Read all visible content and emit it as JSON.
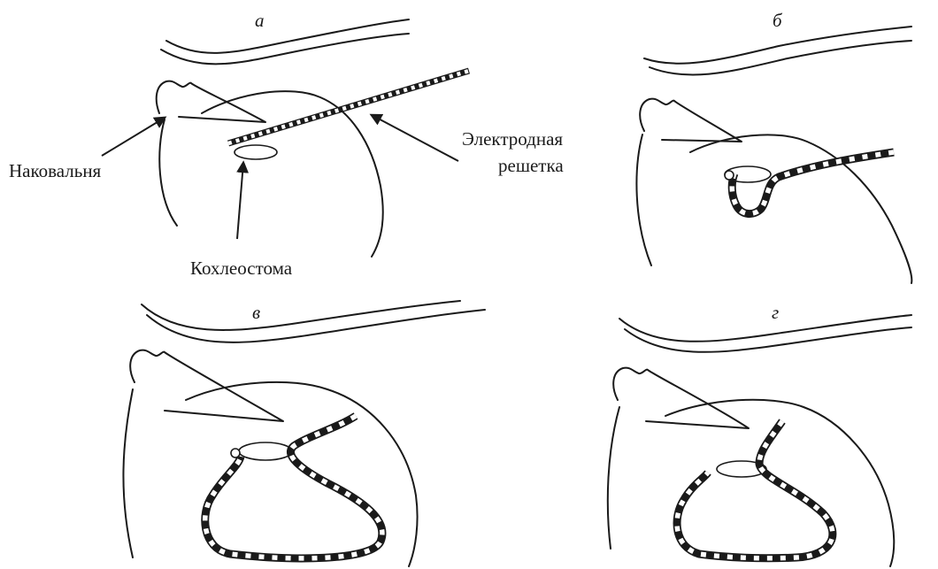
{
  "panels": {
    "a": {
      "letter": "а"
    },
    "b": {
      "letter": "б"
    },
    "v": {
      "letter": "в"
    },
    "g": {
      "letter": "г"
    }
  },
  "labels": {
    "incus": "Наковальня",
    "electrode_line1": "Электродная",
    "electrode_line2": "решетка",
    "cochleostomy": "Кохлеостома"
  }
}
